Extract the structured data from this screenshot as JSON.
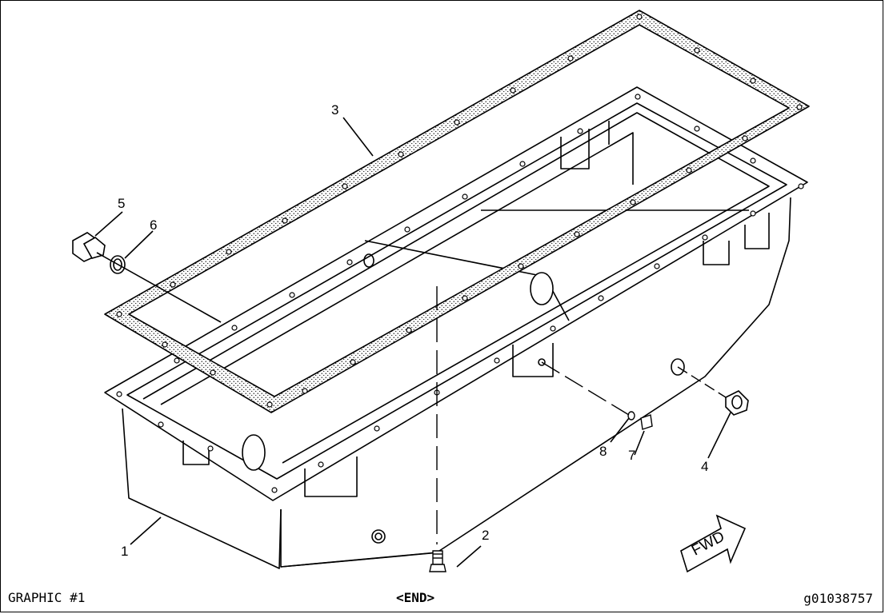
{
  "callouts": {
    "c1": "1",
    "c2": "2",
    "c3": "3",
    "c4": "4",
    "c5": "5",
    "c6": "6",
    "c7": "7",
    "c8": "8"
  },
  "direction_label": "FWD",
  "footer": {
    "graphic": "GRAPHIC #1",
    "end": "<END>",
    "figure_id": "g01038757"
  }
}
